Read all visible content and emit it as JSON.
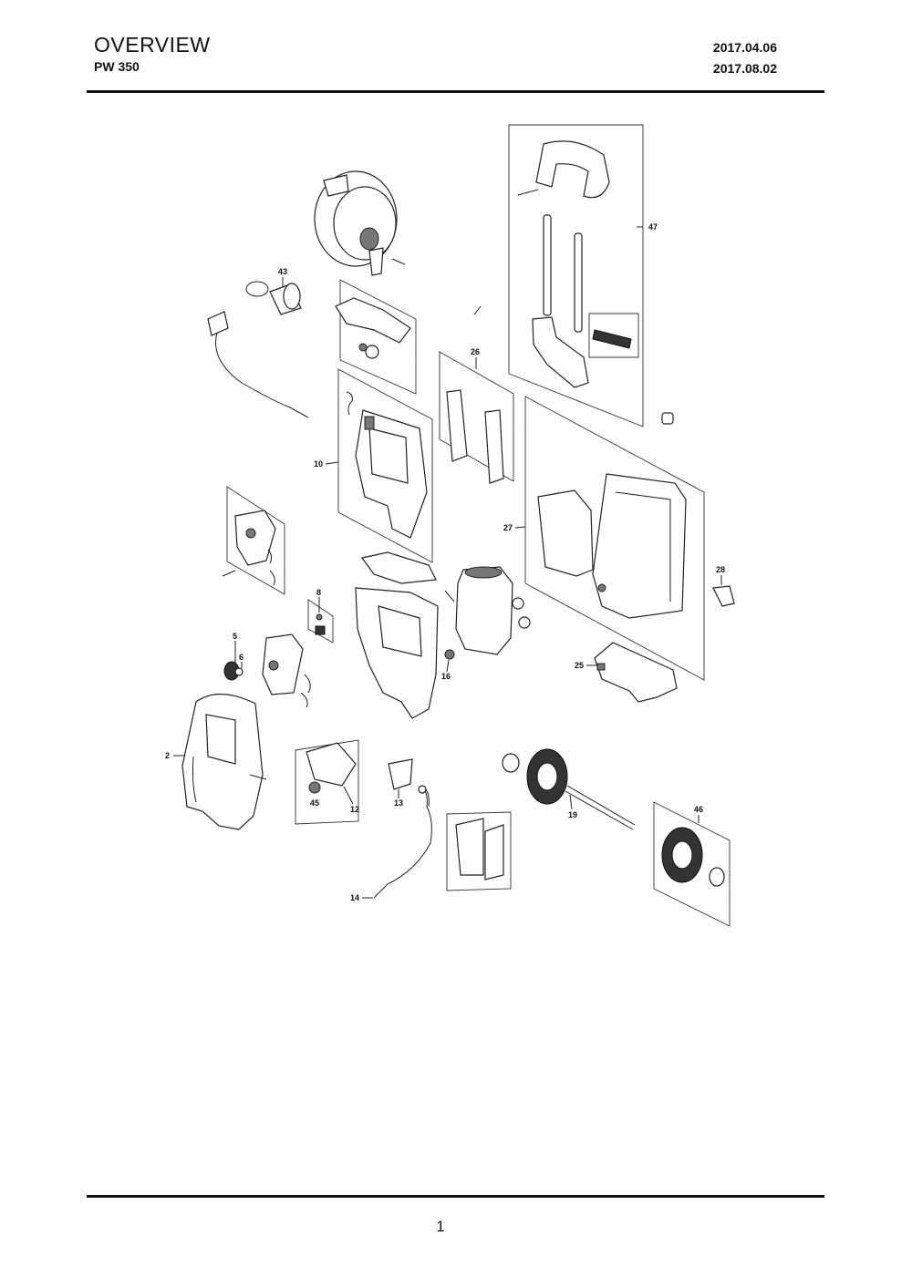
{
  "header": {
    "title": "OVERVIEW",
    "model": "PW 350",
    "date_created": "2017.04.06",
    "date_revised": "2017.08.02"
  },
  "diagram": {
    "callouts": [
      {
        "id": "2",
        "text": "2"
      },
      {
        "id": "5",
        "text": "5"
      },
      {
        "id": "6",
        "text": "6"
      },
      {
        "id": "8",
        "text": "8"
      },
      {
        "id": "10",
        "text": "10"
      },
      {
        "id": "12",
        "text": "12"
      },
      {
        "id": "13",
        "text": "13"
      },
      {
        "id": "14",
        "text": "14"
      },
      {
        "id": "16",
        "text": "16"
      },
      {
        "id": "19",
        "text": "19"
      },
      {
        "id": "25",
        "text": "25"
      },
      {
        "id": "26",
        "text": "26"
      },
      {
        "id": "27",
        "text": "27"
      },
      {
        "id": "28",
        "text": "28"
      },
      {
        "id": "43",
        "text": "43"
      },
      {
        "id": "45",
        "text": "45"
      },
      {
        "id": "46",
        "text": "46"
      },
      {
        "id": "47",
        "text": "47"
      }
    ]
  },
  "footer": {
    "page_number": "1"
  }
}
